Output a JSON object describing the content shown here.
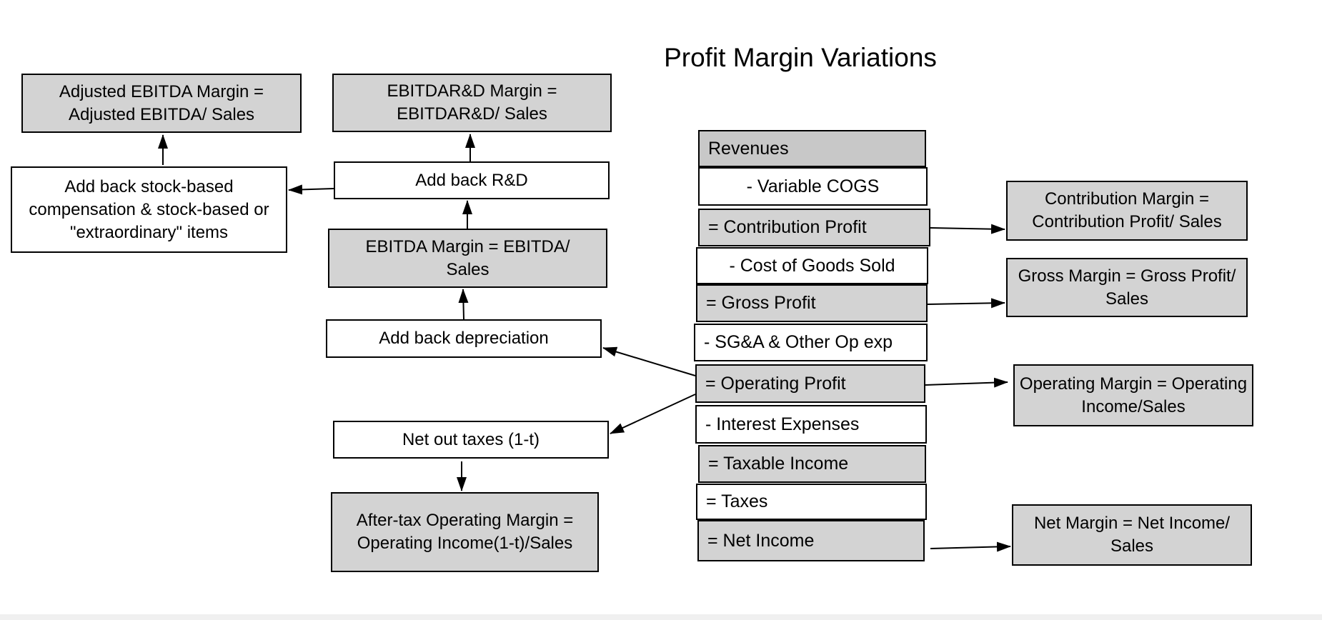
{
  "title": "Profit Margin Variations",
  "income_statement": {
    "revenues": "Revenues",
    "variable_cogs": "- Variable COGS",
    "contribution_profit": "= Contribution Profit",
    "cost_of_goods_sold": "- Cost of Goods Sold",
    "gross_profit": "= Gross Profit",
    "sga_other_op_exp": "- SG&A & Other Op exp",
    "operating_profit": "= Operating Profit",
    "interest_expenses": "- Interest Expenses",
    "taxable_income": "= Taxable Income",
    "taxes": "= Taxes",
    "net_income": "= Net Income"
  },
  "margins": {
    "contribution_margin": "Contribution Margin = Contribution Profit/ Sales",
    "gross_margin": "Gross Margin = Gross Profit/ Sales",
    "operating_margin": "Operating Margin = Operating Income/Sales",
    "net_margin": "Net Margin = Net Income/ Sales"
  },
  "adjustments": {
    "adjusted_ebitda_margin": "Adjusted EBITDA Margin = Adjusted EBITDA/ Sales",
    "ebitdard_margin": "EBITDAR&D Margin = EBITDAR&D/ Sales",
    "add_back_stock_comp": "Add back stock-based compensation & stock-based or \"extraordinary\" items",
    "add_back_rd": "Add back R&D",
    "ebitda_margin": "EBITDA Margin = EBITDA/ Sales",
    "add_back_depreciation": "Add back depreciation",
    "net_out_taxes": "Net out taxes (1-t)",
    "after_tax_operating_margin": "After-tax Operating Margin = Operating Income(1-t)/Sales"
  },
  "colors": {
    "box_fill": "#d3d3d3",
    "revenue_fill": "#c8c8c8",
    "line": "#000000"
  }
}
